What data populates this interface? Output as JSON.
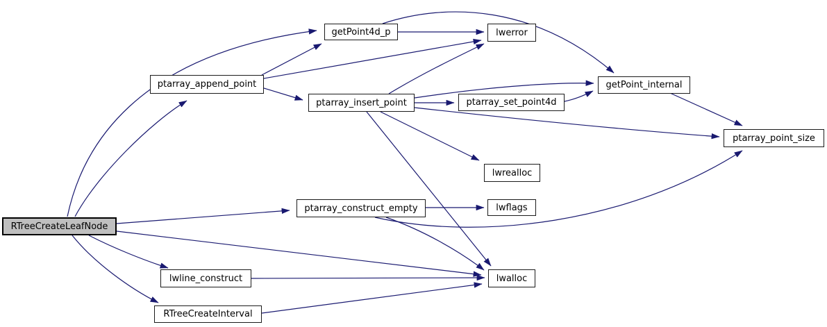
{
  "diagram": {
    "type": "call-graph",
    "background_color": "#ffffff",
    "edge_color": "#191970",
    "node_fill": "#ffffff",
    "node_border_color": "#1a1a1a",
    "highlight_fill": "#bfbfbf",
    "nodes": [
      {
        "id": "RTreeCreateLeafNode",
        "label": "RTreeCreateLeafNode",
        "highlighted": true
      },
      {
        "id": "ptarray_append_point",
        "label": "ptarray_append_point",
        "highlighted": false
      },
      {
        "id": "getPoint4d_p",
        "label": "getPoint4d_p",
        "highlighted": false
      },
      {
        "id": "lwerror",
        "label": "lwerror",
        "highlighted": false
      },
      {
        "id": "getPoint_internal",
        "label": "getPoint_internal",
        "highlighted": false
      },
      {
        "id": "ptarray_insert_point",
        "label": "ptarray_insert_point",
        "highlighted": false
      },
      {
        "id": "ptarray_set_point4d",
        "label": "ptarray_set_point4d",
        "highlighted": false
      },
      {
        "id": "ptarray_point_size",
        "label": "ptarray_point_size",
        "highlighted": false
      },
      {
        "id": "lwrealloc",
        "label": "lwrealloc",
        "highlighted": false
      },
      {
        "id": "ptarray_construct_empty",
        "label": "ptarray_construct_empty",
        "highlighted": false
      },
      {
        "id": "lwflags",
        "label": "lwflags",
        "highlighted": false
      },
      {
        "id": "lwalloc",
        "label": "lwalloc",
        "highlighted": false
      },
      {
        "id": "lwline_construct",
        "label": "lwline_construct",
        "highlighted": false
      },
      {
        "id": "RTreeCreateInterval",
        "label": "RTreeCreateInterval",
        "highlighted": false
      }
    ],
    "edges": [
      {
        "from": "RTreeCreateLeafNode",
        "to": "getPoint4d_p"
      },
      {
        "from": "RTreeCreateLeafNode",
        "to": "ptarray_append_point"
      },
      {
        "from": "RTreeCreateLeafNode",
        "to": "ptarray_construct_empty"
      },
      {
        "from": "RTreeCreateLeafNode",
        "to": "lwalloc"
      },
      {
        "from": "RTreeCreateLeafNode",
        "to": "lwline_construct"
      },
      {
        "from": "RTreeCreateLeafNode",
        "to": "RTreeCreateInterval"
      },
      {
        "from": "ptarray_append_point",
        "to": "getPoint4d_p"
      },
      {
        "from": "ptarray_append_point",
        "to": "lwerror"
      },
      {
        "from": "ptarray_append_point",
        "to": "ptarray_insert_point"
      },
      {
        "from": "getPoint4d_p",
        "to": "lwerror"
      },
      {
        "from": "getPoint4d_p",
        "to": "getPoint_internal"
      },
      {
        "from": "ptarray_insert_point",
        "to": "lwerror"
      },
      {
        "from": "ptarray_insert_point",
        "to": "getPoint_internal"
      },
      {
        "from": "ptarray_insert_point",
        "to": "ptarray_set_point4d"
      },
      {
        "from": "ptarray_insert_point",
        "to": "ptarray_point_size"
      },
      {
        "from": "ptarray_insert_point",
        "to": "lwrealloc"
      },
      {
        "from": "ptarray_insert_point",
        "to": "lwalloc"
      },
      {
        "from": "ptarray_set_point4d",
        "to": "getPoint_internal"
      },
      {
        "from": "getPoint_internal",
        "to": "ptarray_point_size"
      },
      {
        "from": "ptarray_construct_empty",
        "to": "lwflags"
      },
      {
        "from": "ptarray_construct_empty",
        "to": "lwalloc"
      },
      {
        "from": "ptarray_construct_empty",
        "to": "ptarray_point_size"
      },
      {
        "from": "lwline_construct",
        "to": "lwalloc"
      },
      {
        "from": "RTreeCreateInterval",
        "to": "lwalloc"
      }
    ]
  }
}
